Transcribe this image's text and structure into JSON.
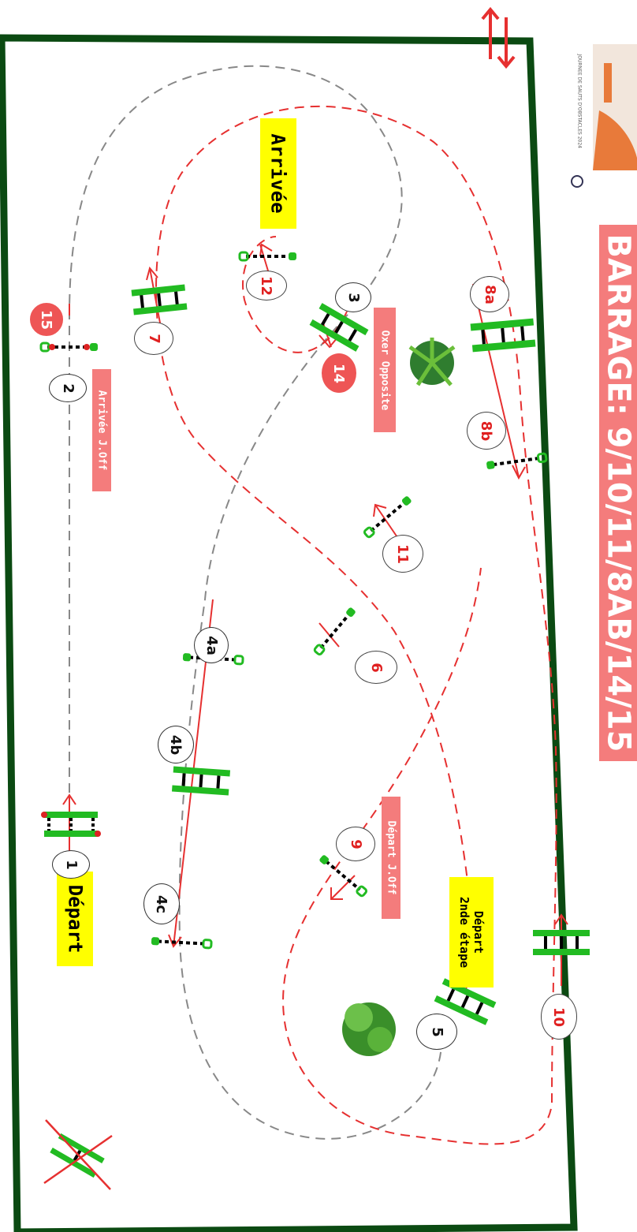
{
  "title": "BARRAGE: 9/10/11/8AB/14/15",
  "sponsor_text": "JOURNEE DE SAUTS D'OBSTACLES 2024",
  "labels": {
    "start": "Départ",
    "finish": "Arrivée",
    "start_stage2_line1": "Départ",
    "start_stage2_line2": "2nde étape",
    "finish_j_off": "Arrivée J.Off",
    "start_j_off": "Départ J.Off",
    "oxer_opposite": "Oxer Opposite"
  },
  "jumps": {
    "n1": "1",
    "n2": "2",
    "n3": "3",
    "n4a": "4a",
    "n4b": "4b",
    "n4c": "4c",
    "n5": "5",
    "n6": "6",
    "n7": "7",
    "n8a": "8a",
    "n8b": "8b",
    "n9": "9",
    "n10": "10",
    "n11": "11",
    "n12": "12",
    "n14": "14",
    "n15": "15"
  },
  "colors": {
    "arena_border": "#0b4a12",
    "first_round_path": "#888888",
    "jump_off_path": "#e63030",
    "title_bg": "#f47c7c",
    "label_yellow": "#ffff00",
    "jump_green": "#22bb22"
  }
}
